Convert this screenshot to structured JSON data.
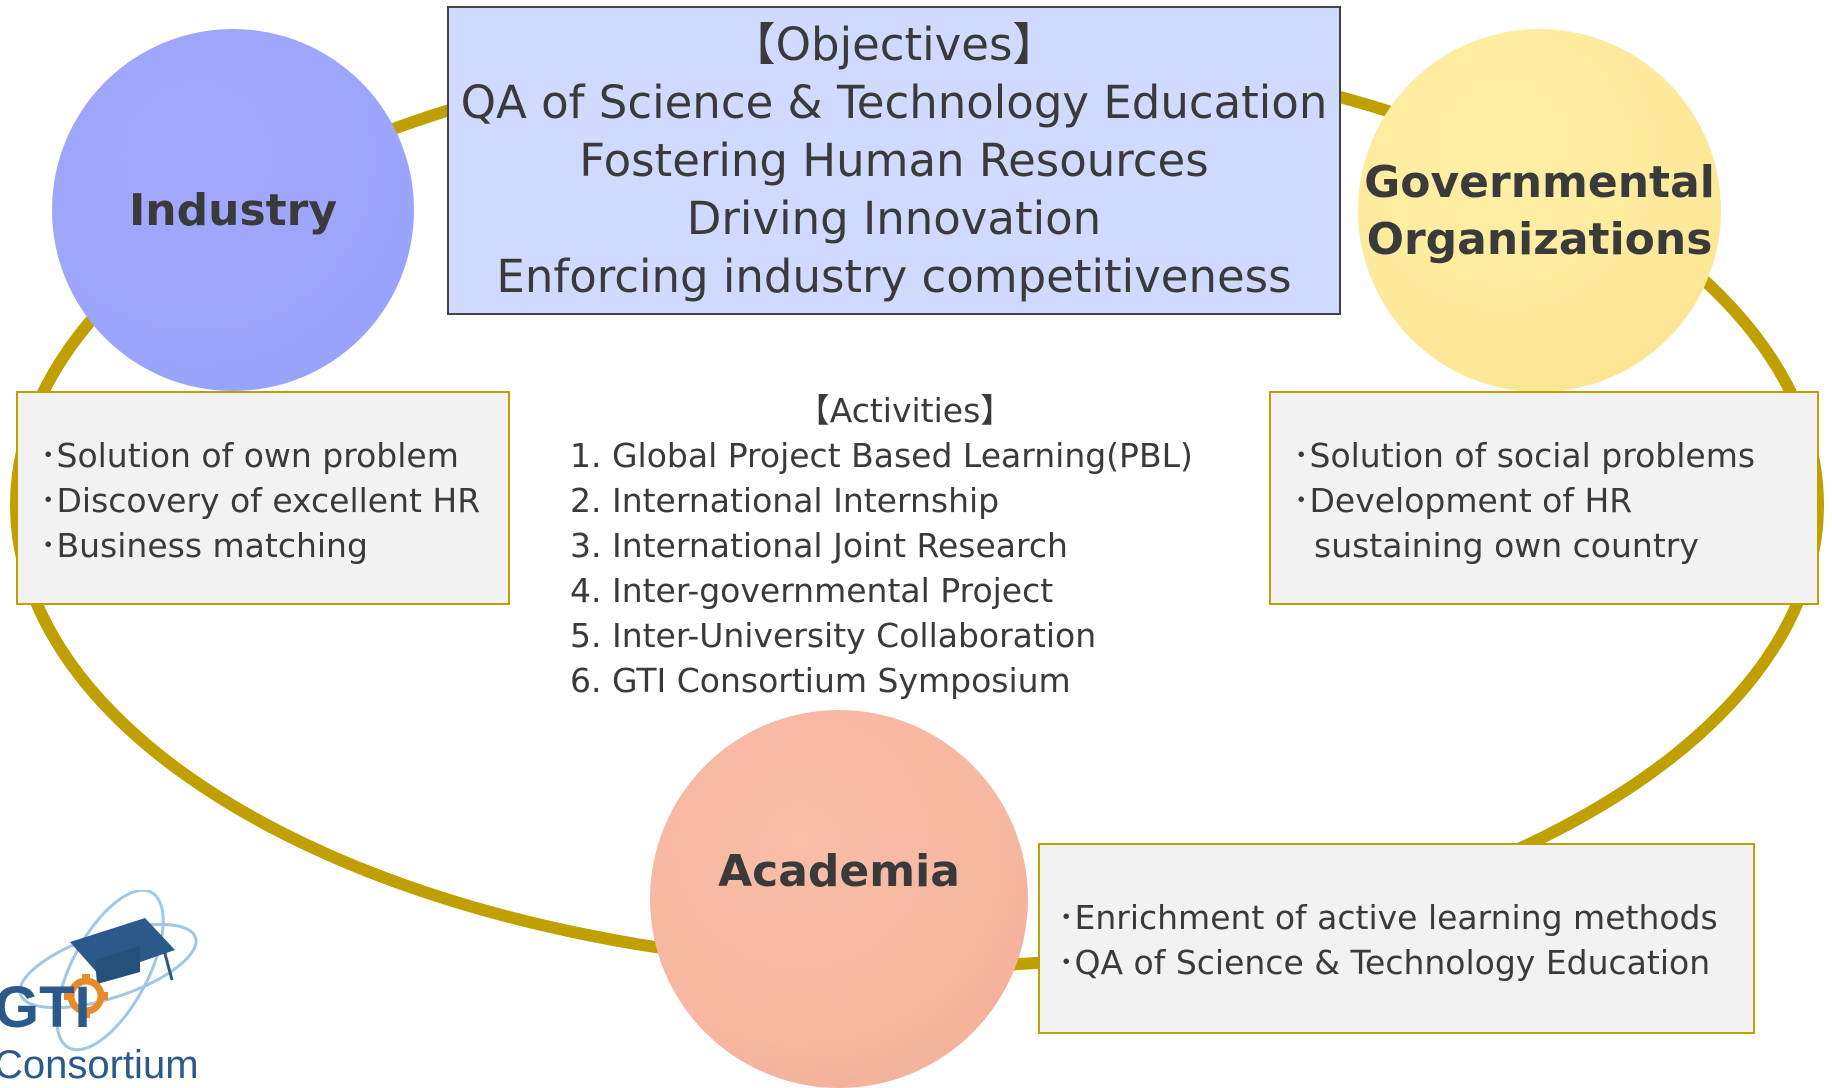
{
  "objectives": {
    "lines": [
      "【Objectives】",
      "QA of Science & Technology Education",
      "Fostering Human Resources",
      "Driving Innovation",
      "Enforcing industry competitiveness"
    ]
  },
  "nodes": {
    "industry": {
      "label": "Industry"
    },
    "government": {
      "label_line1": "Governmental",
      "label_line2": "Organizations"
    },
    "academia": {
      "label": "Academia"
    }
  },
  "industry_box": {
    "items": [
      "･Solution of own problem",
      "･Discovery of excellent HR",
      "･Business matching"
    ]
  },
  "government_box": {
    "items": [
      "･Solution of social problems",
      "･Development of HR",
      "  sustaining own country"
    ]
  },
  "academia_box": {
    "items": [
      "･Enrichment of active learning methods",
      "･QA of Science & Technology Education"
    ]
  },
  "activities": {
    "title": "【Activities】",
    "items": [
      "1. Global Project Based Learning(PBL)",
      "2. International Internship",
      "3. International Joint Research",
      "4. Inter-governmental Project",
      "5. Inter-University Collaboration",
      "6. GTI Consortium Symposium"
    ]
  },
  "logo": {
    "text_main": "GTI",
    "text_sub": "Consortium"
  },
  "colors": {
    "ring": "#bfa000",
    "objectives_bg": "#d0daff",
    "industry": "#9ba5fb",
    "government": "#fde99b",
    "academia": "#f7b7a1",
    "logo_blue": "#2b5a8a",
    "logo_orange": "#e8892c",
    "logo_light_blue": "#9fc8e8"
  }
}
